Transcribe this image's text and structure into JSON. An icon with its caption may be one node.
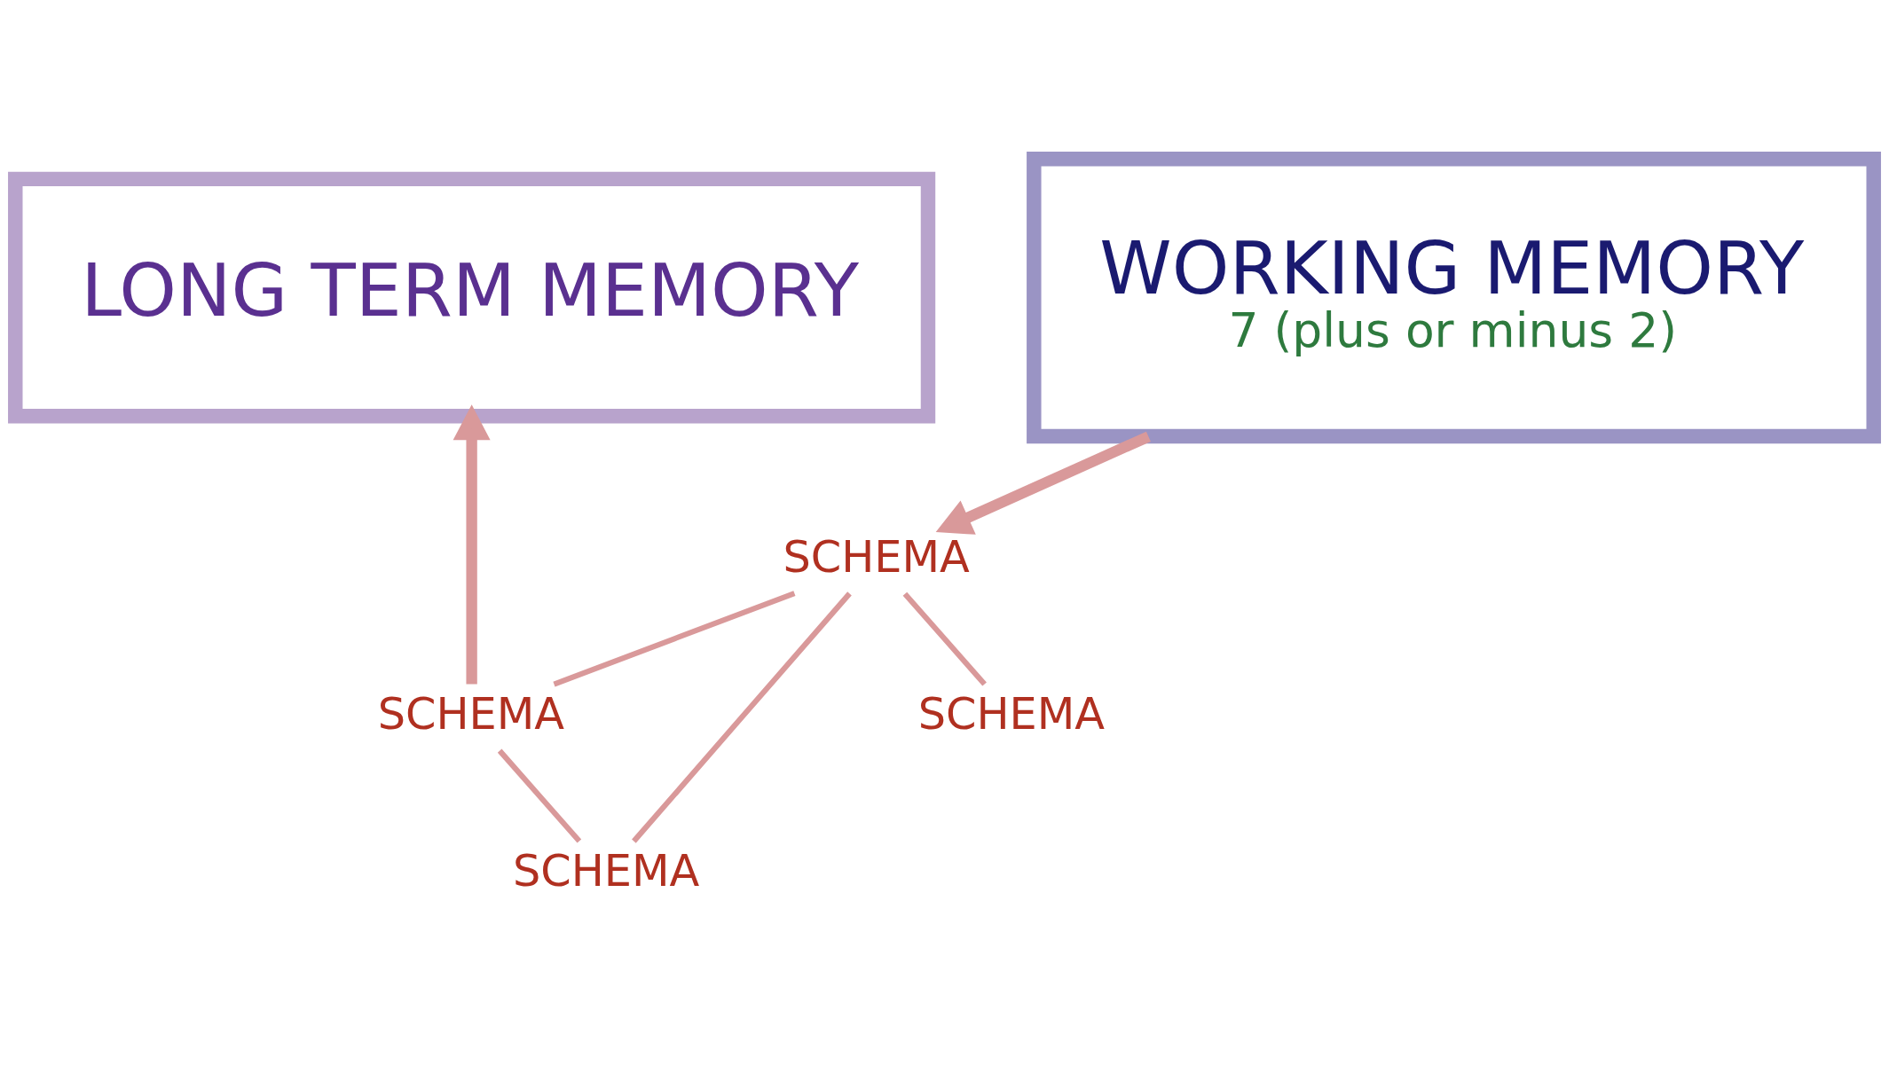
{
  "diagram": {
    "nodes": [
      {
        "text": [
          "WORKING MEMORY",
          "7 (plus or minus 2)"
        ]
      },
      {
        "text": [
          "LONG TERM MEMORY"
        ]
      },
      {
        "text": [
          "SCHEMA"
        ]
      },
      {
        "text": [
          "SCHEMA"
        ]
      },
      {
        "text": [
          "SCHEMA"
        ]
      },
      {
        "text": [
          "SCHEMA"
        ]
      }
    ],
    "edges": [
      {
        "from": 0,
        "to": 2,
        "arrow": "to",
        "style": "thick"
      },
      {
        "from": 2,
        "to": 3,
        "arrow": "none"
      },
      {
        "from": 2,
        "to": 5,
        "arrow": "none"
      },
      {
        "from": 2,
        "to": 4,
        "arrow": "none"
      },
      {
        "from": 3,
        "to": 4,
        "arrow": "none"
      },
      {
        "from": 3,
        "to": 1,
        "arrow": "to",
        "style": "thick"
      }
    ]
  }
}
